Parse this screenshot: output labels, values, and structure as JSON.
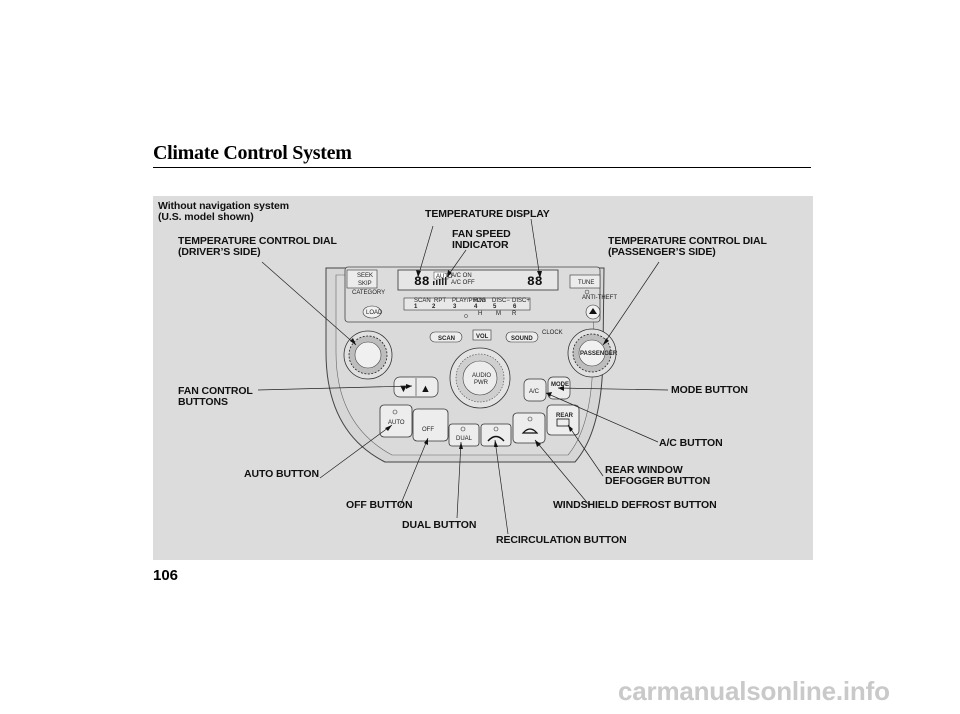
{
  "header": {
    "title": "Climate Control System"
  },
  "figure": {
    "subtitle": [
      "Without navigation system",
      "(U.S. model shown)"
    ],
    "callouts": {
      "temp_display": "TEMPERATURE DISPLAY",
      "fan_speed": [
        "FAN SPEED",
        "INDICATOR"
      ],
      "temp_dial_driver": [
        "TEMPERATURE CONTROL DIAL",
        "(DRIVER’S SIDE)"
      ],
      "temp_dial_passenger": [
        "TEMPERATURE CONTROL DIAL",
        "(PASSENGER’S SIDE)"
      ],
      "fan_control": [
        "FAN CONTROL",
        "BUTTONS"
      ],
      "mode": "MODE BUTTON",
      "ac": "A/C BUTTON",
      "auto": "AUTO BUTTON",
      "rear_defog": [
        "REAR WINDOW",
        "DEFOGGER BUTTON"
      ],
      "off": "OFF BUTTON",
      "windshield": "WINDSHIELD DEFROST BUTTON",
      "dual": "DUAL BUTTON",
      "recirc": "RECIRCULATION BUTTON"
    },
    "panel_text": {
      "auto_btn": "AUTO",
      "off_btn": "OFF",
      "dual_btn": "DUAL",
      "ac_btn": "A/C",
      "mode_btn": "MODE",
      "rear_btn": "REAR",
      "scan": "SCAN",
      "vol": "VOL",
      "sound": "SOUND",
      "clock": "CLOCK",
      "load": "LOAD",
      "passenger": "PASSENGER",
      "tune": "TUNE",
      "anti_theft": "ANTI-THEFT",
      "category": "CATEGORY",
      "seek": "SEEK",
      "skip": "SKIP",
      "audio_pwr_1": "AUDIO",
      "audio_pwr_2": "PWR",
      "disp_auto": "AUTO",
      "ac_on": "A/C ON",
      "ac_off": "A/C OFF",
      "digits": "88",
      "presets": [
        "1",
        "2",
        "3",
        "4",
        "5",
        "6"
      ],
      "preset_tags": [
        "SCAN",
        "RPT",
        "PLAY/PROG",
        "R/M",
        "DISC−",
        "DISC+"
      ],
      "hms": [
        "H",
        "M",
        "R"
      ]
    }
  },
  "footer": {
    "page_number": "106",
    "watermark": "carmanualsonline.info"
  }
}
